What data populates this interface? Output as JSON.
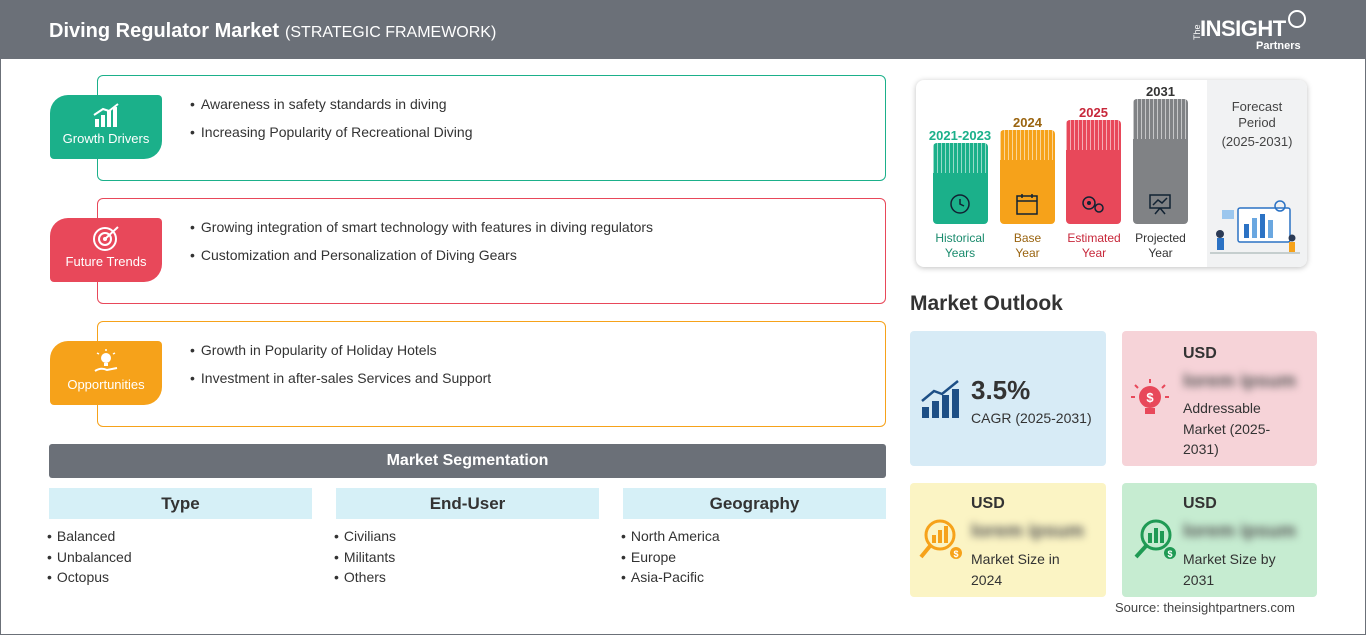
{
  "header": {
    "title": "Diving Regulator Market",
    "subtitle": "(STRATEGIC FRAMEWORK)",
    "logo_the": "The",
    "logo_insight": "INSIGHT",
    "logo_partners": "Partners"
  },
  "framework": {
    "growth_drivers": {
      "label": "Growth Drivers",
      "color": "#1bb08a",
      "items": [
        "Awareness in safety standards in diving",
        "Increasing Popularity of Recreational Diving"
      ]
    },
    "future_trends": {
      "label": "Future Trends",
      "color": "#e8485a",
      "items": [
        "Growing integration of smart technology with features in diving regulators",
        "Customization and Personalization of Diving Gears"
      ]
    },
    "opportunities": {
      "label": "Opportunities",
      "color": "#f6a21a",
      "items": [
        "Growth in Popularity of Holiday Hotels",
        "Investment in after-sales Services and Support"
      ]
    }
  },
  "segmentation": {
    "title": "Market Segmentation",
    "columns": [
      {
        "heading": "Type",
        "items": [
          "Balanced",
          "Unbalanced",
          "Octopus"
        ]
      },
      {
        "heading": "End-User",
        "items": [
          "Civilians",
          "Militants",
          "Others"
        ]
      },
      {
        "heading": "Geography",
        "items": [
          "North America",
          "Europe",
          "Asia-Pacific"
        ]
      }
    ]
  },
  "timeline": {
    "bars": [
      {
        "year": "2021-2023",
        "label_line1": "Historical",
        "label_line2": "Years",
        "color": "#1bb08a",
        "icon": "clock-icon"
      },
      {
        "year": "2024",
        "label_line1": "Base",
        "label_line2": "Year",
        "color": "#f6a21a",
        "icon": "calendar-icon"
      },
      {
        "year": "2025",
        "label_line1": "Estimated",
        "label_line2": "Year",
        "color": "#e8485a",
        "icon": "gears-icon"
      },
      {
        "year": "2031",
        "label_line1": "Projected",
        "label_line2": "Year",
        "color": "#808285",
        "icon": "presentation-icon"
      }
    ],
    "forecast_line1": "Forecast",
    "forecast_line2": "Period",
    "forecast_line3": "(2025-2031)"
  },
  "outlook": {
    "title": "Market Outlook",
    "cagr_value": "3.5%",
    "cagr_label": "CAGR (2025-2031)",
    "addressable": {
      "currency": "USD",
      "value": "lorem ipsum",
      "label_line1": "Addressable",
      "label_line2": "Market (2025-",
      "label_line3": "2031)"
    },
    "size_2024": {
      "currency": "USD",
      "value": "lorem ipsum",
      "label_line1": "Market Size in",
      "label_line2": "2024"
    },
    "size_2031": {
      "currency": "USD",
      "value": "lorem ipsum",
      "label_line1": "Market Size by",
      "label_line2": "2031"
    }
  },
  "source": "Source: theinsightpartners.com"
}
